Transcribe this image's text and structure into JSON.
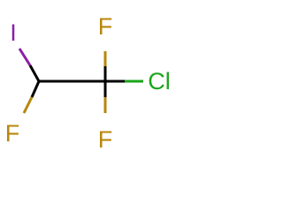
{
  "molecule": {
    "atoms": {
      "iodine": {
        "symbol": "I",
        "color": "#8a1fa6"
      },
      "fluorine_left": {
        "symbol": "F",
        "color": "#b8860b"
      },
      "fluorine_top": {
        "symbol": "F",
        "color": "#b8860b"
      },
      "fluorine_bottom": {
        "symbol": "F",
        "color": "#b8860b"
      },
      "chlorine": {
        "symbol": "Cl",
        "color": "#1aa61a"
      }
    },
    "bond_color": "#000000"
  }
}
